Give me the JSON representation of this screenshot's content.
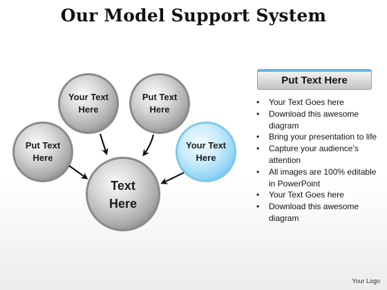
{
  "title": "Our Model Support System",
  "circles": {
    "top_left": "Your Text Here",
    "top_right": "Put Text Here",
    "left": "Put Text Here",
    "right": "Your Text Here",
    "center": "Text Here"
  },
  "panel": {
    "header": "Put Text Here",
    "bullets": [
      "Your Text Goes here",
      "Download this awesome diagram",
      "Bring your presentation to life",
      "Capture your audience’s attention",
      "All images are 100% editable in PowerPoint",
      "Your Text Goes here",
      "Download this awesome diagram"
    ]
  },
  "footer": "Your Logo",
  "colors": {
    "sphere_gray": "#a9a9a9",
    "sphere_blue": "#8fd3f4",
    "header_accent": "#5fb6e6"
  }
}
